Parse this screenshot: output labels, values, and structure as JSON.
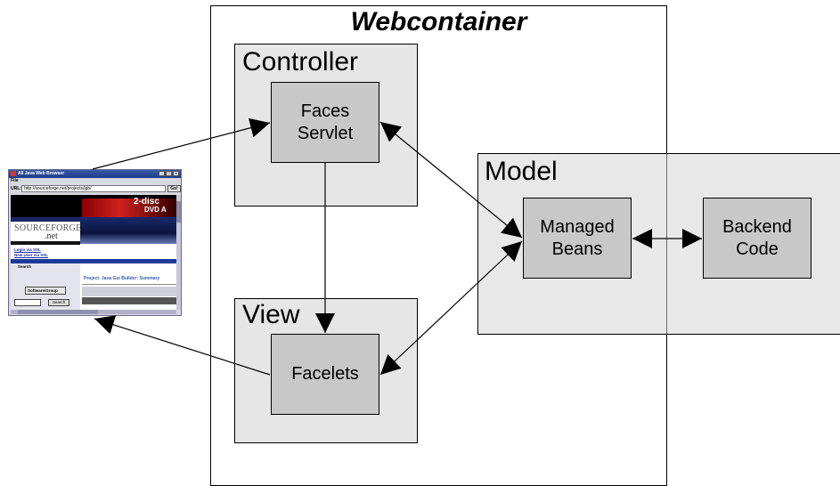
{
  "diagram": {
    "title": "Webcontainer",
    "regions": {
      "controller": "Controller",
      "view": "View",
      "model": "Model"
    },
    "components": {
      "faces_servlet": "Faces\nServlet",
      "facelets": "Facelets",
      "managed_beans": "Managed\nBeans",
      "backend_code": "Backend\nCode"
    }
  },
  "browser": {
    "window_title": "All Java Web Browser",
    "menu": "File",
    "url_label": "URL:",
    "url": "http://sourceforge.net/projects/jgb/",
    "go_label": "Go!",
    "banner_line1": "2-disc",
    "banner_line2": "DVD A",
    "logo_line1": "SOURCEFORGE",
    "logo_line2": ".net",
    "link1": "Login via SSL",
    "link2": "New User via SSL",
    "search_label": "Search",
    "project_title": "Project: Java Gui Builder: Summary",
    "select_value": "Software/Group",
    "search_button": "Search"
  }
}
